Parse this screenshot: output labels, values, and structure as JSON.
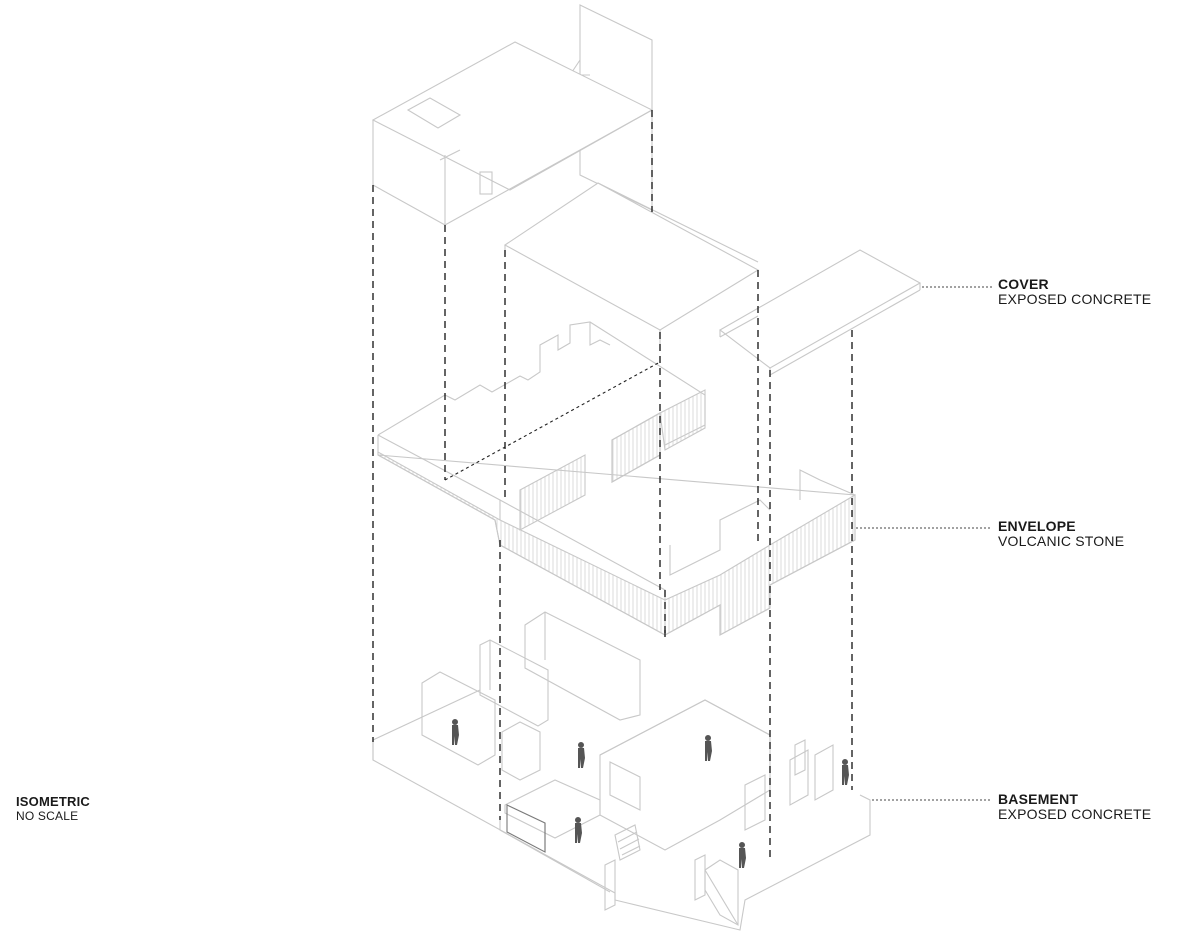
{
  "view": {
    "title": "ISOMETRIC",
    "subtitle": "NO SCALE"
  },
  "layers": [
    {
      "name": "COVER",
      "material": "EXPOSED CONCRETE"
    },
    {
      "name": "ENVELOPE",
      "material": "VOLCANIC STONE"
    },
    {
      "name": "BASEMENT",
      "material": "EXPOSED CONCRETE"
    }
  ],
  "colors": {
    "line": "#c8c8c8",
    "dash": "#222222",
    "figure": "#555555",
    "text": "#1a1a1a"
  }
}
